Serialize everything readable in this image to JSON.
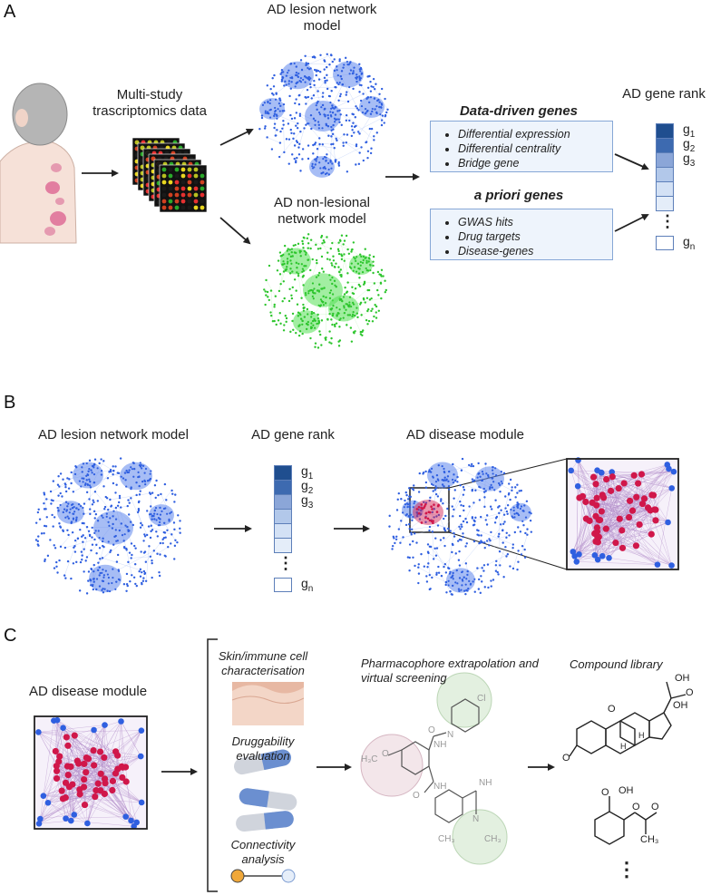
{
  "panels": {
    "a": "A",
    "b": "B",
    "c": "C"
  },
  "panel_a": {
    "multi_study": [
      "Multi-study",
      "trascriptomics data"
    ],
    "lesion_model": [
      "AD lesion network",
      "model"
    ],
    "nonlesional_model": [
      "AD non-lesional",
      "network model"
    ],
    "data_driven_title": "Data-driven genes",
    "data_driven_items": [
      "Differential expression",
      "Differential centrality",
      "Bridge gene"
    ],
    "apriori_title": "a priori genes",
    "apriori_items": [
      "GWAS hits",
      "Drug targets",
      "Disease-genes"
    ],
    "gene_rank_title": "AD gene rank"
  },
  "gene_rank": {
    "labels": [
      "g",
      "g",
      "g",
      "g"
    ],
    "subs": [
      "1",
      "2",
      "3",
      "n"
    ],
    "ellipsis": "⋮"
  },
  "panel_b": {
    "lesion_model": "AD lesion network model",
    "gene_rank": "AD gene rank",
    "disease_module": "AD disease module"
  },
  "panel_c": {
    "disease_module": "AD disease module",
    "skin": [
      "Skin/immune cell",
      "characterisation"
    ],
    "druggability": [
      "Druggability",
      "evaluation"
    ],
    "connectivity": [
      "Connectivity",
      "analysis"
    ],
    "pharmacophore": [
      "Pharmacophore extrapolation and",
      "virtual screening"
    ],
    "compound_library": "Compound library",
    "mol": {
      "h3co": "H₃C",
      "o": "O",
      "cl": "Cl",
      "n": "N",
      "h": "H",
      "nh": "NH",
      "ch3": "CH₃",
      "oh": "OH",
      "ellipsis": "⋮"
    }
  },
  "colors": {
    "blue_node": "#2f5fe0",
    "blue_cluster": "#5f87ec",
    "blue_edge": "#9db6f2",
    "green_node": "#2cc52c",
    "green_cluster": "#56e056",
    "green_edge": "#aef0a8",
    "red_node": "#d0174a",
    "purple_edge": "#b08ac8",
    "box_fill": "#eef4fc",
    "box_border": "#86a7d6",
    "rank_shades": [
      "#1f4e8f",
      "#3d6ab0",
      "#8ba6d8",
      "#b2c8ea",
      "#d3e1f5",
      "#e4edf9",
      "#ffffff"
    ]
  }
}
